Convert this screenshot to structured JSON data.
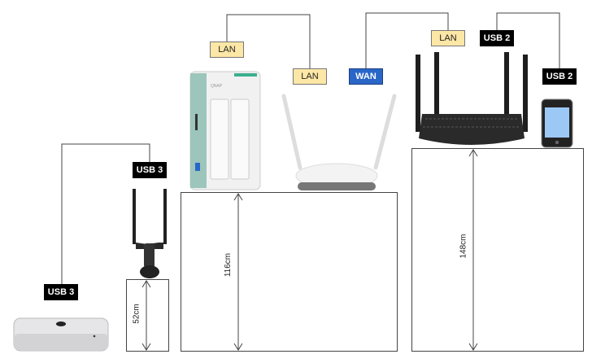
{
  "labels": {
    "mac_usb": "USB 3",
    "adapter_usb": "USB 3",
    "nas_lan": "LAN",
    "ap_lan": "LAN",
    "ap_wan": "WAN",
    "router_lan": "LAN",
    "router_usb": "USB 2",
    "phone_usb": "USB 2"
  },
  "heights": {
    "adapter_stand": "52cm",
    "nas_table": "116cm",
    "router_shelf": "148cm"
  },
  "devices": {
    "nas_brand": "QNAP"
  },
  "colors": {
    "lan": "#fde7a6",
    "usb": "#000000",
    "wan": "#2a66c8"
  }
}
